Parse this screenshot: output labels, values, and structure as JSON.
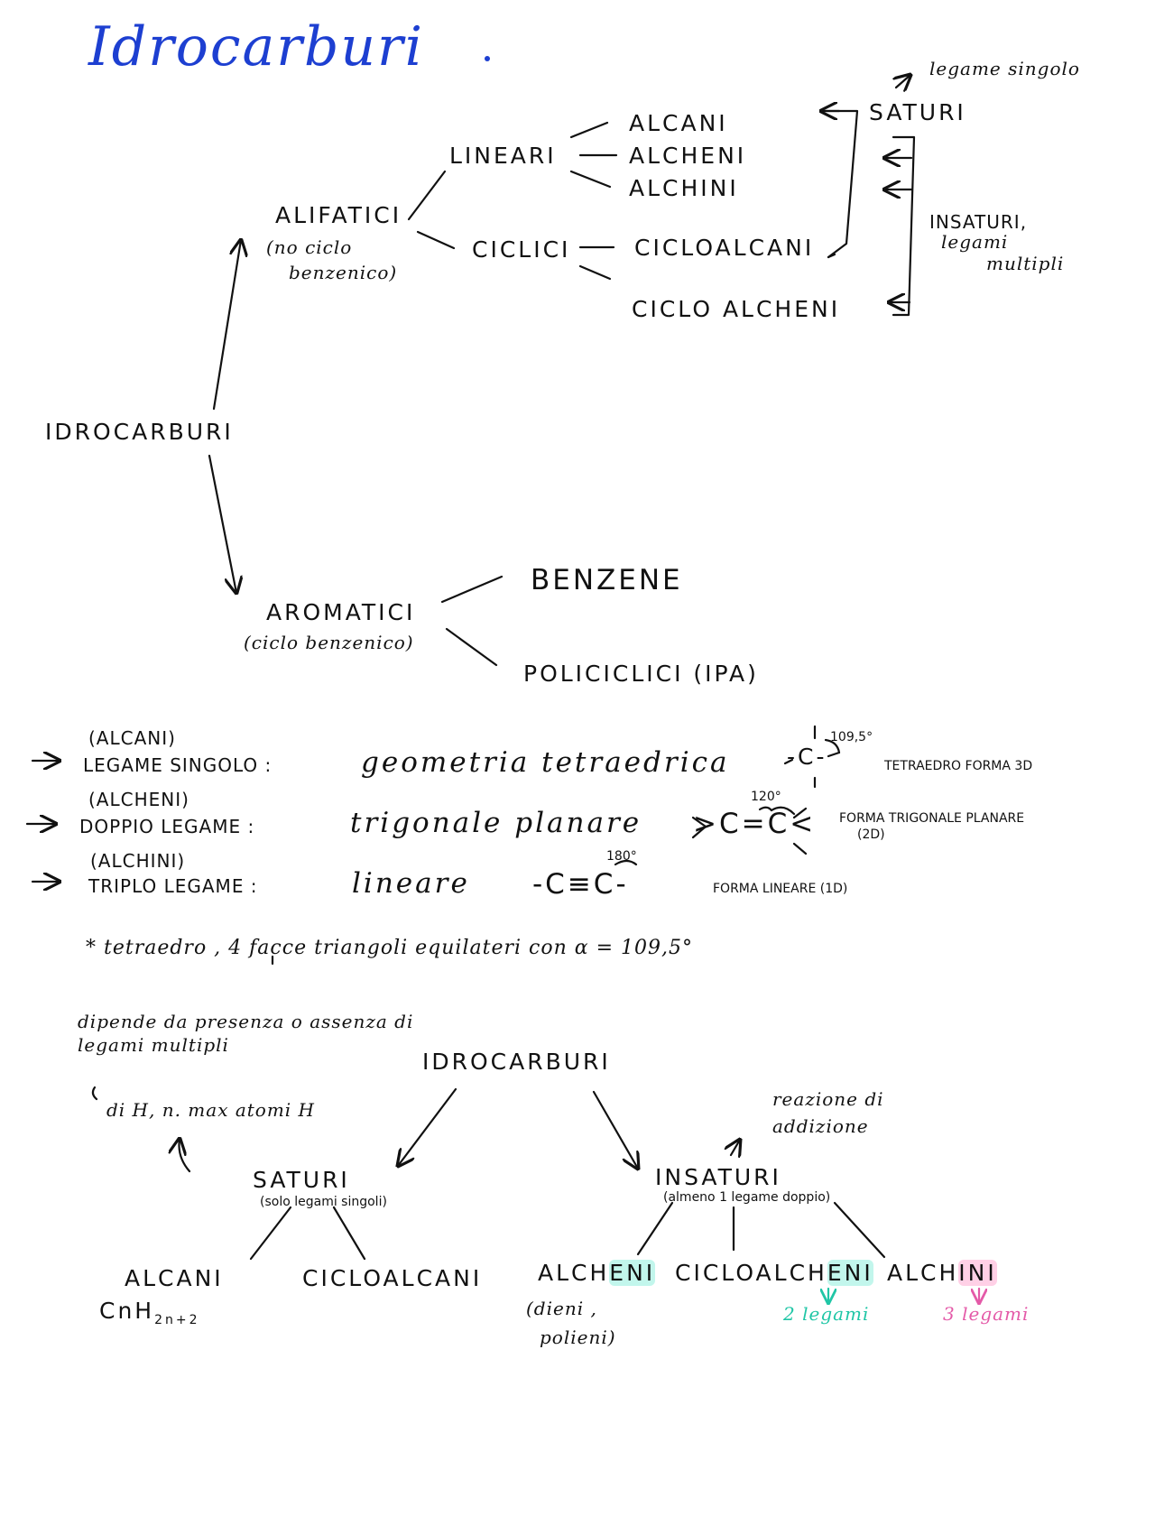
{
  "title": "Idrocarburi",
  "tree": {
    "root": "IDROCARBURI",
    "alifatici": "ALIFATICI",
    "alifatici_note_1": "(no ciclo",
    "alifatici_note_2": "benzenico)",
    "lineari": "LINEARI",
    "ciclici": "CICLICI",
    "alcani": "ALCANI",
    "alcheni": "ALCHENI",
    "alchini": "ALCHINI",
    "cicloalcani": "CICLOALCANI",
    "cicloalcheni": "CICLO ALCHENI",
    "saturi": "SATURI",
    "saturi_note": "legame singolo",
    "insaturi_1": "INSATURI,",
    "insaturi_2": "legami",
    "insaturi_3": "multipli",
    "aromatici": "AROMATICI",
    "aromatici_note": "(ciclo benzenico)",
    "benzene": "BENZENE",
    "policiclici": "POLICICLICI (IPA)"
  },
  "bonds": [
    {
      "group": "(ALCANI)",
      "label": "LEGAME SINGOLO :",
      "geometry": "geometria tetraedrica",
      "formula": "-C-",
      "angle": "109,5°",
      "shape": "TETRAEDRO FORMA 3D"
    },
    {
      "group": "(ALCHENI)",
      "label": "DOPPIO LEGAME :",
      "geometry": "trigonale planare",
      "formula": ">C=C<",
      "angle": "120°",
      "shape_1": "FORMA TRIGONALE PLANARE",
      "shape_2": "(2D)"
    },
    {
      "group": "(ALCHINI)",
      "label": "TRIPLO LEGAME :",
      "geometry": "lineare",
      "formula": "-C≡C-",
      "angle": "180°",
      "shape": "FORMA LINEARE (1D)"
    }
  ],
  "tetra_note": "* tetraedro , 4 facce triangoli equilateri con α = 109,5°",
  "tree2": {
    "note_1": "dipende da presenza o assenza di",
    "note_2": "legami multipli",
    "note_3": "di H, n. max atomi H",
    "root": "IDROCARBURI",
    "saturi": "SATURI",
    "saturi_note": "(solo legami singoli)",
    "insaturi": "INSATURI",
    "insaturi_note": "(almeno 1 legame doppio)",
    "reaction_1": "reazione di",
    "reaction_2": "addizione",
    "alcani": "ALCANI",
    "formula_base": "CnH",
    "formula_sub": "2n+2",
    "cicloalcani": "CICLOALCANI",
    "alcheni_a": "ALCH",
    "alcheni_b": "ENI",
    "alcheni_note_1": "(dieni ,",
    "alcheni_note_2": "polieni)",
    "cicloalcheni_a": "CICLOALCH",
    "cicloalcheni_b": "ENI",
    "alchini_a": "ALCH",
    "alchini_b": "INI",
    "legami_2": "2 legami",
    "legami_3": "3 legami"
  },
  "colors": {
    "title": "#1d3fd1",
    "ink": "#111111",
    "teal": "#20c6a6",
    "pink": "#e45aa8"
  }
}
